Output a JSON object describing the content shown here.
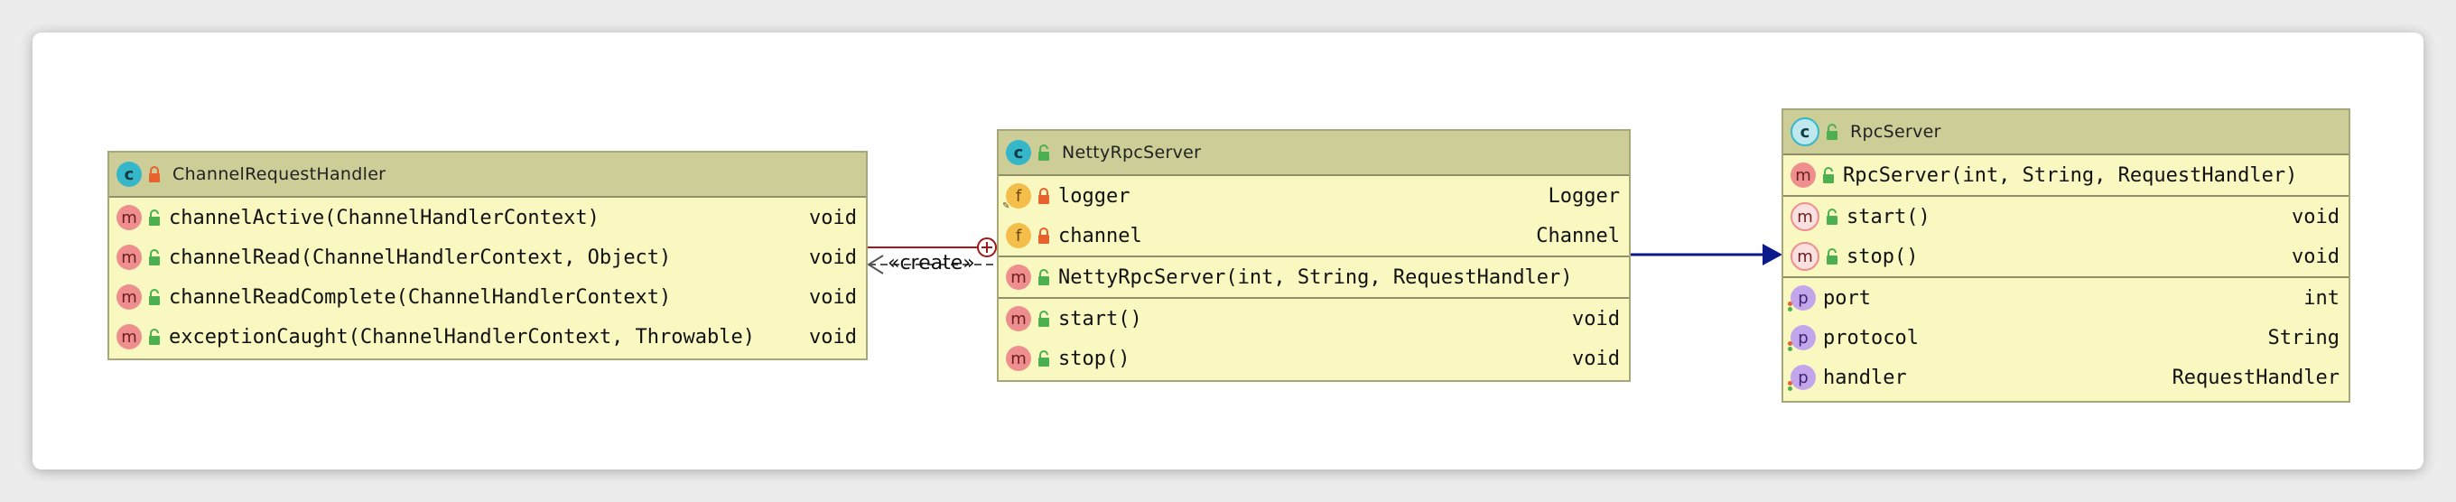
{
  "classes": {
    "channel_request_handler": {
      "title": "ChannelRequestHandler",
      "methods": [
        {
          "name": "channelActive(ChannelHandlerContext)",
          "type": "void"
        },
        {
          "name": "channelRead(ChannelHandlerContext, Object)",
          "type": "void"
        },
        {
          "name": "channelReadComplete(ChannelHandlerContext)",
          "type": "void"
        },
        {
          "name": "exceptionCaught(ChannelHandlerContext, Throwable)",
          "type": "void"
        }
      ]
    },
    "netty_rpc_server": {
      "title": "NettyRpcServer",
      "fields": [
        {
          "name": "logger",
          "type": "Logger"
        },
        {
          "name": "channel",
          "type": "Channel"
        }
      ],
      "constructors": [
        {
          "name": "NettyRpcServer(int, String, RequestHandler)",
          "type": ""
        }
      ],
      "methods": [
        {
          "name": "start()",
          "type": "void"
        },
        {
          "name": "stop()",
          "type": "void"
        }
      ]
    },
    "rpc_server": {
      "title": "RpcServer",
      "constructors": [
        {
          "name": "RpcServer(int, String, RequestHandler)",
          "type": ""
        }
      ],
      "methods": [
        {
          "name": "start()",
          "type": "void"
        },
        {
          "name": "stop()",
          "type": "void"
        }
      ],
      "properties": [
        {
          "name": "port",
          "type": "int"
        },
        {
          "name": "protocol",
          "type": "String"
        },
        {
          "name": "handler",
          "type": "RequestHandler"
        }
      ]
    }
  },
  "relations": {
    "create_label": "«create»"
  },
  "icons": {
    "class": "c",
    "method": "m",
    "field": "f",
    "property": "p"
  },
  "colors": {
    "class_header": "#cdcd98",
    "class_body": "#f9f8c0",
    "inner_class_line": "#a01818",
    "inherit_line": "#0b1a8a",
    "lock_private": "#e8622d",
    "lock_public": "#4caf50"
  }
}
